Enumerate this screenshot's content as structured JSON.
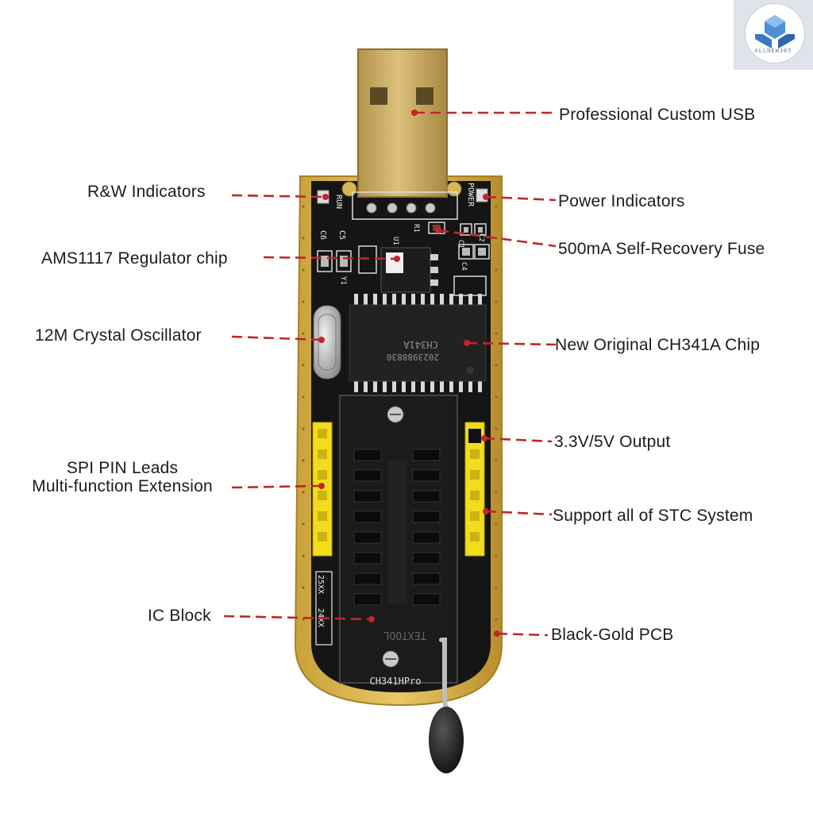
{
  "labels": {
    "usb": "Professional Custom USB",
    "rw": "R&W Indicators",
    "power": "Power Indicators",
    "regulator": "AMS1117 Regulator chip",
    "fuse": "500mA Self-Recovery Fuse",
    "crystal": "12M Crystal Oscillator",
    "chip": "New Original CH341A Chip",
    "output": "3.3V/5V Output",
    "spi_line1": "SPI PIN Leads",
    "spi_line2": "Multi-function Extension",
    "stc": "Support all of STC System",
    "icblock": "IC Block",
    "pcb": "Black-Gold PCB"
  },
  "board": {
    "silk_run": "RUN",
    "silk_power": "POWER",
    "silk_c6": "C6",
    "silk_c5": "C5",
    "silk_r1": "R1",
    "silk_u1": "U1",
    "silk_c2": "C2",
    "silk_c1": "C1",
    "silk_c4": "C4",
    "silk_y1": "Y1",
    "chip_text_1": "CH341A",
    "chip_text_2": "2023988830",
    "socket_25xx": "25XX",
    "socket_24xx": "24XX",
    "bottom_silk": "CH341HPro",
    "socket_brand": "TEXTOOL"
  },
  "watermark": {
    "text": "ALLNEW365"
  },
  "colors": {
    "gold": "#d9b44a",
    "pcb_black": "#141414",
    "leader_red": "#c0262c",
    "header_yellow": "#f2dc1c"
  }
}
